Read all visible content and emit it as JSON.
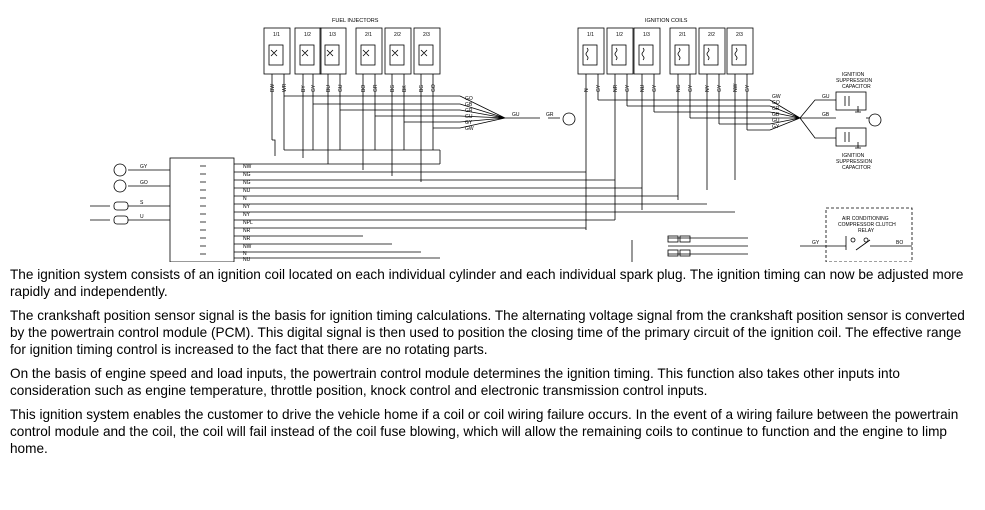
{
  "diagram": {
    "fuel_injectors_title": "FUEL INJECTORS",
    "ignition_coils_title": "IGNITION COILS",
    "suppression_capacitor_top": [
      "IGNITION",
      "SUPPRESSION",
      "CAPACITOR"
    ],
    "suppression_capacitor_bottom": [
      "IGNITION",
      "SUPPRESSION",
      "CAPACITOR"
    ],
    "ac_relay": [
      "AIR CONDITIONING",
      "COMPRESSOR CLUTCH",
      "RELAY"
    ],
    "injector_labels": [
      "1/1",
      "1/2",
      "1/3",
      "2/1",
      "2/2",
      "2/3"
    ],
    "coil_labels": [
      "1/1",
      "1/2",
      "1/3",
      "2/1",
      "2/2",
      "2/3"
    ],
    "injector_wire_pairs": [
      [
        "BW",
        "WR"
      ],
      [
        "BY",
        "GY"
      ],
      [
        "BU",
        "GU"
      ],
      [
        "BO",
        "GR"
      ],
      [
        "BG",
        "BK"
      ],
      [
        "BG",
        "GO"
      ]
    ],
    "coil_wire_pairs": [
      [
        "N",
        "GY"
      ],
      [
        "NR",
        "GY"
      ],
      [
        "NU",
        "GY"
      ],
      [
        "NG",
        "GY"
      ],
      [
        "NY",
        "GY"
      ],
      [
        "NW",
        "GY"
      ]
    ],
    "injector_common_wires": [
      "GO",
      "GB",
      "GR",
      "GU",
      "GY",
      "GW"
    ],
    "coil_common_wires": [
      "GW",
      "GO",
      "GR",
      "GB",
      "GU",
      "GY"
    ],
    "splice_label": "GU",
    "splice_out_label": "GR",
    "capacitor_wire_top": "GU",
    "capacitor_wire_mid": "GB",
    "pcm_wires": [
      "NW",
      "NG",
      "NG",
      "NU",
      "N",
      "NY",
      "NY",
      "NPL",
      "NR",
      "NR",
      "NW",
      "N",
      "NU"
    ],
    "sensor_wires": [
      "GY",
      "GO",
      "S",
      "U"
    ],
    "ac_wire_left": "GY",
    "ac_wire_right": "BO"
  },
  "paragraphs": [
    "The ignition system consists of an ignition coil located on each individual cylinder and each individual spark plug. The ignition timing can now be adjusted more rapidly and independently.",
    "The crankshaft position sensor signal is the basis for ignition timing calculations. The alternating voltage signal from the crankshaft position sensor is converted by the powertrain control module (PCM). This digital signal is then used to position the closing time of the primary circuit of the ignition coil. The effective range for ignition timing control is increased to the fact that there are no rotating parts.",
    "On the basis of engine speed and load inputs, the powertrain control module determines the ignition timing. This function also takes other inputs into consideration such as engine temperature, throttle position, knock control and electronic transmission control inputs.",
    "This ignition system enables the customer to drive the vehicle home if a coil or coil wiring failure occurs. In the event of a wiring failure between the powertrain control module and the coil, the coil will fail instead of the coil fuse blowing, which will allow the remaining coils to continue to function and the engine to limp home."
  ]
}
